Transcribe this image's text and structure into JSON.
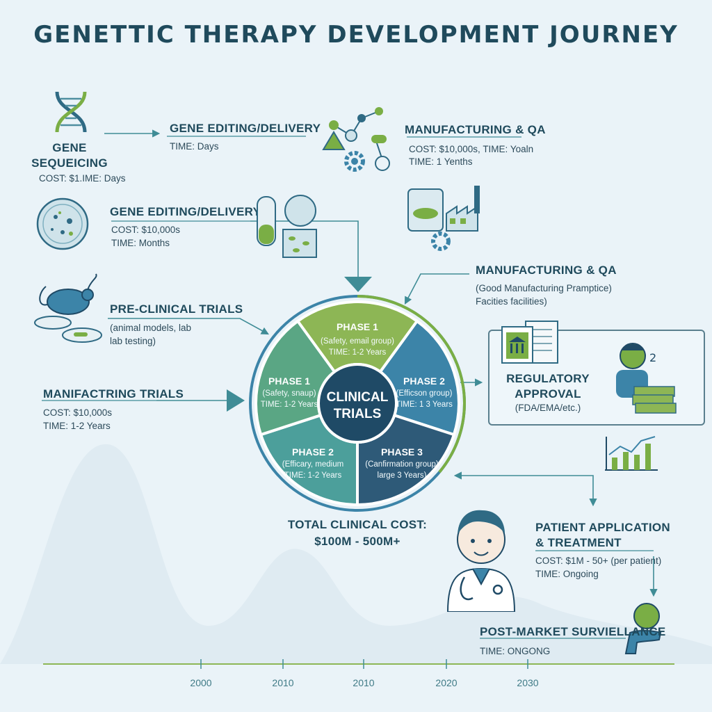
{
  "title": "GENETTIC THERAPY DEVELOPMENT JOURNEY",
  "steps": {
    "gene_sequencing": {
      "title_line1": "GENE",
      "title_line2": "SEQUEICING",
      "detail": "COST: $1.IME: Days"
    },
    "gene_editing_top": {
      "title": "GENE EDITING/DELIVERY",
      "time": "TIME: Days"
    },
    "manufacturing_top": {
      "title": "MANUFACTURING & QA",
      "cost": "COST: $10,000s, TIME: Yoaln",
      "time": "TIME: 1 Yenths"
    },
    "gene_editing_mid": {
      "title": "GENE EDITING/DELIVERY",
      "cost": "COST: $10,000s",
      "time": "TIME: Months"
    },
    "pre_clinical": {
      "title": "PRE-CLINICAL TRIALS",
      "line1": "(animal models, lab",
      "line2": "lab testing)"
    },
    "manufacturing_mid": {
      "title": "MANUFACTURING & QA",
      "line1": "(Good Manufacturing Pramptice)",
      "line2": "Facities facilities)"
    },
    "manifactring_trials": {
      "title": "MANIFACTRING TRIALS",
      "cost": "COST: $10,000s",
      "time": "TIME: 1-2 Years"
    },
    "regulatory": {
      "line1": "REGULATORY",
      "line2": "APPROVAL",
      "line3": "(FDA/EMA/etc.)"
    },
    "patient": {
      "line1": "PATIENT APPLICATION",
      "line2": "& TREATMENT",
      "cost": "COST: $1M - 50+ (per patient)",
      "time": "TIME: Ongoing"
    },
    "post_market": {
      "title": "POST-MARKET SURVIELLANCE",
      "time": "TIME: ONGONG"
    }
  },
  "clinical": {
    "center_line1": "CLINICAL",
    "center_line2": "TRIALS",
    "wedges": [
      {
        "title": "PHASE 1",
        "line1": "(Safety, email group)",
        "line2": "TIME: 1-2 Years",
        "color": "#8db655"
      },
      {
        "title": "PHASE 2",
        "line1": "(Efficson group)",
        "line2": "TIME: 1 3 Years",
        "color": "#3c84a8"
      },
      {
        "title": "PHASE 3",
        "line1": "(Canfirmation group)",
        "line2": "large 3 Years)",
        "color": "#2e5a78"
      },
      {
        "title": "PHASE 2",
        "line1": "(Efficary, medium",
        "line2": "TIME: 1-2 Years",
        "color": "#4c9f9b"
      },
      {
        "title": "PHASE 1",
        "line1": "(Safety, snaup)",
        "line2": "TIME: 1-2 Years",
        "color": "#5aa684"
      }
    ],
    "total_line1": "TOTAL CLINICAL COST:",
    "total_line2": "$100M - 500M+"
  },
  "timeline": {
    "years": [
      "2000",
      "2010",
      "2010",
      "2020",
      "2030"
    ]
  },
  "colors": {
    "primary": "#1f4a5c",
    "green": "#7aae45",
    "blue": "#3c84a8",
    "navy": "#1f4a66",
    "background": "#eaf3f8"
  }
}
